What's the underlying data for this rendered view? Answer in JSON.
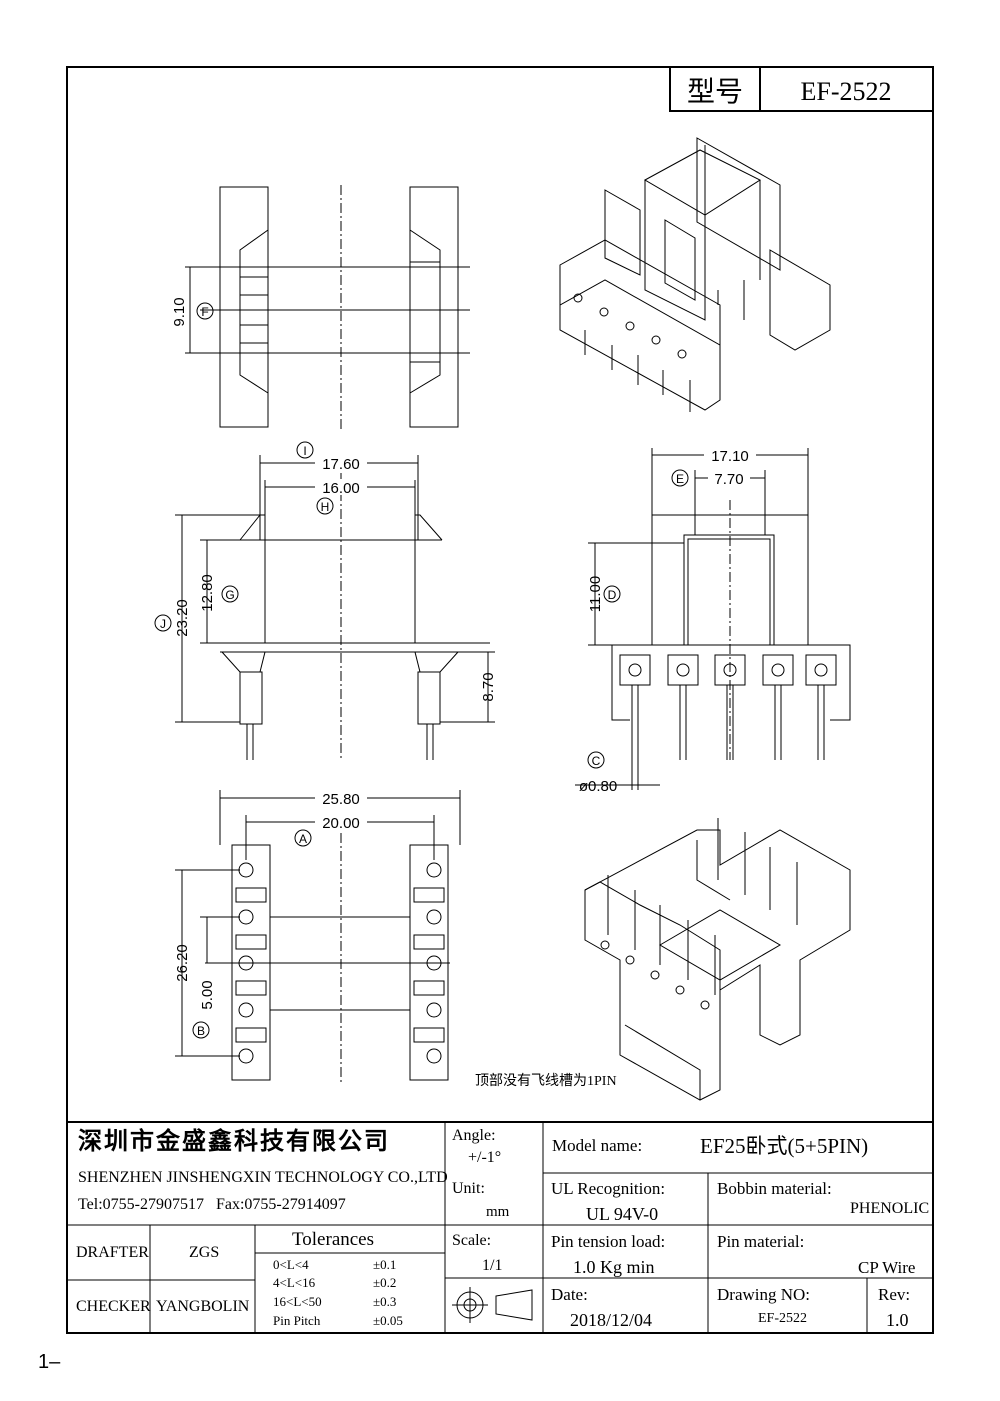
{
  "title_box": {
    "label": "型号",
    "value": "EF-2522"
  },
  "dimensions": {
    "top_view": {
      "d_910": "9.10"
    },
    "front_view": {
      "d_1760": "17.60",
      "d_1600": "16.00",
      "d_2320": "23.20",
      "d_1280": "12.80",
      "d_870": "8.70"
    },
    "side_view": {
      "d_1710": "17.10",
      "d_770": "7.70",
      "d_1100": "11.00",
      "d_080": "ø0.80"
    },
    "bottom_view": {
      "d_2580": "25.80",
      "d_2000": "20.00",
      "d_2620": "26.20",
      "d_500": "5.00"
    }
  },
  "markers": {
    "A": "A",
    "B": "B",
    "C": "C",
    "D": "D",
    "E": "E",
    "F": "F",
    "G": "G",
    "H": "H",
    "I": "I",
    "J": "J"
  },
  "note": "顶部没有飞线槽为1PIN",
  "title_block": {
    "company_cn": "深圳市金盛鑫科技有限公司",
    "company_en": "SHENZHEN JINSHENGXIN TECHNOLOGY CO.,LTD",
    "tel_fax": "Tel:0755-27907517   Fax:0755-27914097",
    "angle_label": "Angle:",
    "angle_value": "+/-1°",
    "unit_label": "Unit:",
    "unit_value": "mm",
    "scale_label": "Scale:",
    "scale_value": "1/1",
    "model_label": "Model name:",
    "model_value": "EF25卧式(5+5PIN)",
    "ul_label": "UL Recognition:",
    "ul_value": "UL 94V-0",
    "bobbin_label": "Bobbin material:",
    "bobbin_value": "PHENOLIC",
    "pin_tension_label": "Pin tension load:",
    "pin_tension_value": "1.0 Kg min",
    "pin_material_label": "Pin material:",
    "pin_material_value": "CP Wire",
    "date_label": "Date:",
    "date_value": "2018/12/04",
    "drawing_no_label": "Drawing NO:",
    "drawing_no_value": "EF-2522",
    "rev_label": "Rev:",
    "rev_value": "1.0",
    "drafter_label": "DRAFTER",
    "drafter_value": "ZGS",
    "checker_label": "CHECKER",
    "checker_value": "YANGBOLIN",
    "tolerances_title": "Tolerances",
    "tolerances": [
      {
        "range": "0<L<4",
        "value": "±0.1"
      },
      {
        "range": "4<L<16",
        "value": "±0.2"
      },
      {
        "range": "16<L<50",
        "value": "±0.3"
      },
      {
        "range": "Pin Pitch",
        "value": "±0.05"
      }
    ]
  },
  "page_number": "1–"
}
